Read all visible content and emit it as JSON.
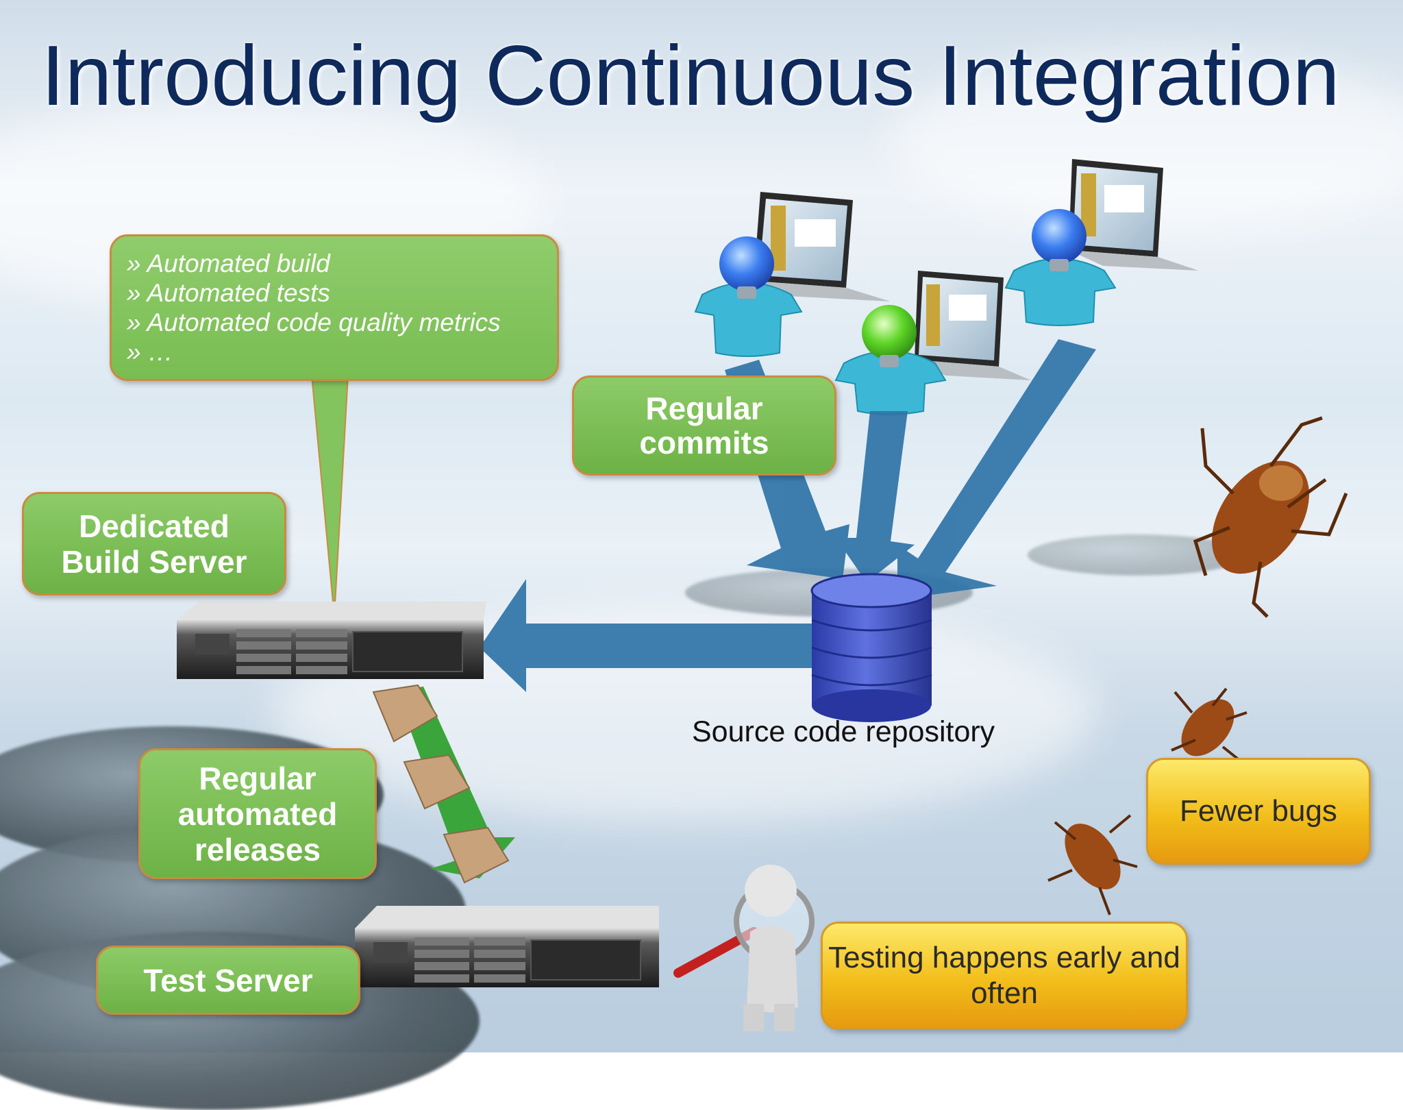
{
  "slide": {
    "title": "Introducing Continuous Integration"
  },
  "callout": {
    "items": [
      "» Automated build",
      "» Automated tests",
      "» Automated code quality metrics",
      "» …"
    ]
  },
  "labels": {
    "regular_commits": [
      "Regular",
      "commits"
    ],
    "dedicated_build_server": [
      "Dedicated",
      "Build Server"
    ],
    "regular_automated_releases": [
      "Regular",
      "automated",
      "releases"
    ],
    "test_server": "Test Server",
    "source_code_repository": "Source code repository",
    "fewer_bugs": "Fewer bugs",
    "testing_early": [
      "Testing happens early",
      "and often"
    ]
  },
  "colors": {
    "title": "#0e2a5c",
    "green_box": "#6db246",
    "yellow_box": "#f2be1a",
    "arrow_blue": "#2f74a8",
    "release_arrow_green": "#3aa53a",
    "database_blue": "#3548b8"
  }
}
